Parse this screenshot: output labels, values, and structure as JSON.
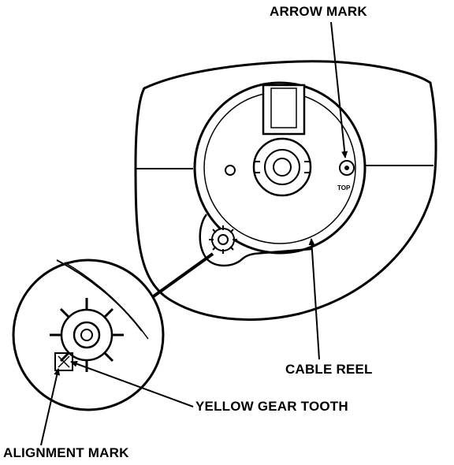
{
  "labels": {
    "arrow_mark": "ARROW MARK",
    "cable_reel": "CABLE REEL",
    "yellow_gear_tooth": "YELLOW GEAR TOOTH",
    "alignment_mark": "ALIGNMENT MARK",
    "top_marking": "TOP"
  },
  "colors": {
    "line": "#000000",
    "background": "#ffffff"
  }
}
